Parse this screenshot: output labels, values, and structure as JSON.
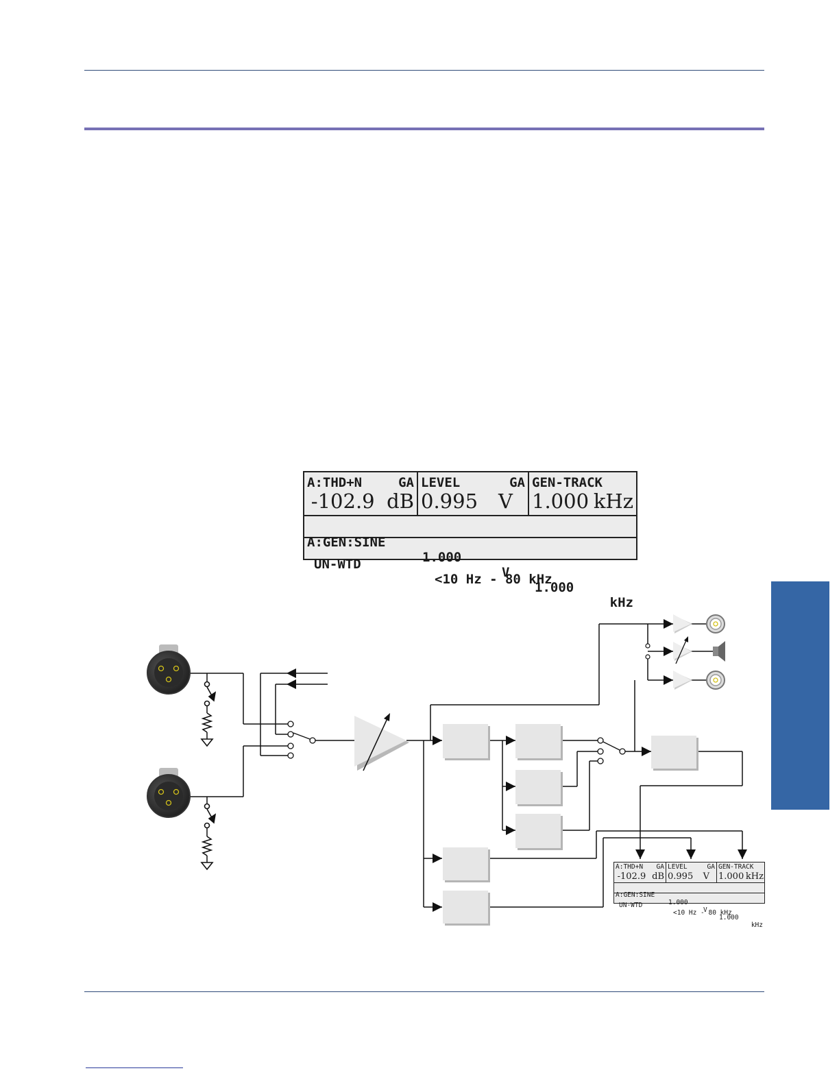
{
  "colors": {
    "rule": "#2e4a78",
    "header_rule": "#7771b5",
    "side_tab": "#3566a5",
    "lcd_bg": "#ececec",
    "block_fill": "#e6e6e6"
  },
  "display": {
    "meter_a": {
      "label": "A:THD+N",
      "tag": "GA",
      "value": "-102.9",
      "unit": "dB"
    },
    "meter_b": {
      "label": "LEVEL",
      "tag": "GA",
      "value": "0.995",
      "unit": "V"
    },
    "meter_c": {
      "label": "GEN-TRACK",
      "value": "1.000",
      "unit": "kHz"
    },
    "generator": {
      "label": "A:GEN:SINE",
      "level": "1.000",
      "level_unit": "V",
      "freq": "1.000",
      "freq_unit": "kHz"
    },
    "filter": {
      "weighting": "UN-WTD",
      "bandwidth": "<10 Hz - 80 kHz"
    }
  },
  "icons": {
    "xlr_connector": "xlr-connector-icon",
    "bnc_connector": "bnc-connector-icon",
    "speaker": "speaker-icon",
    "resistor": "resistor-icon",
    "ground": "ground-icon",
    "switch": "switch-icon"
  }
}
